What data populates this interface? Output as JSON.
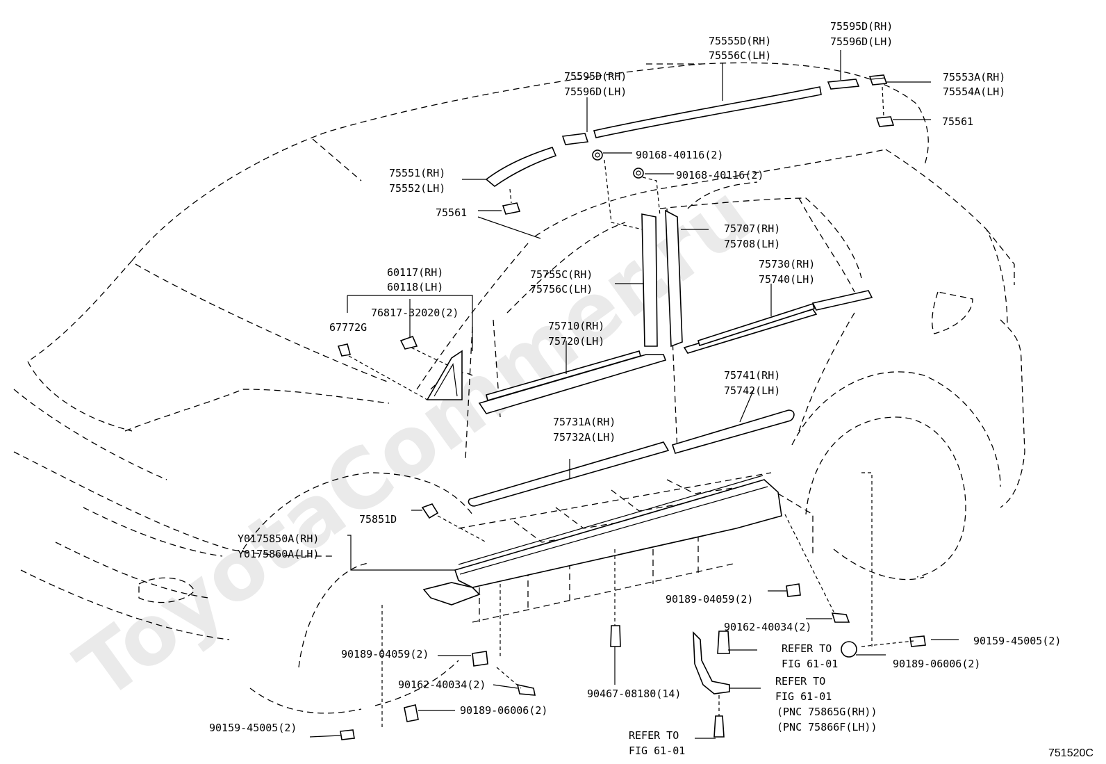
{
  "watermark": "ToyotaCommer.ru",
  "diagram_code": "751520C",
  "labels": {
    "p75555D": "75555D(RH)",
    "p75556C": "75556C(LH)",
    "p75595D_top": "75595D(RH)",
    "p75596D_top": "75596D(LH)",
    "p75553A": "75553A(RH)",
    "p75554A": "75554A(LH)",
    "p75561_r": "75561",
    "p75595D_mid": "75595D(RH)",
    "p75596D_mid": "75596D(LH)",
    "p90168_a": "90168-40116(2)",
    "p90168_b": "90168-40116(2)",
    "p75551": "75551(RH)",
    "p75552": "75552(LH)",
    "p75561_l": "75561",
    "p75707": "75707(RH)",
    "p75708": "75708(LH)",
    "p60117": "60117(RH)",
    "p60118": "60118(LH)",
    "p75755C": "75755C(RH)",
    "p75756C": "75756C(LH)",
    "p75730": "75730(RH)",
    "p75740": "75740(LH)",
    "p76817": "76817-32020(2)",
    "p67772G": "67772G",
    "p75710": "75710(RH)",
    "p75720": "75720(LH)",
    "p75741": "75741(RH)",
    "p75742": "75742(LH)",
    "p75731A": "75731A(RH)",
    "p75732A": "75732A(LH)",
    "p75851D": "75851D",
    "pY0175850A": "Y0175850A(RH)",
    "pY0175860A": "Y0175860A(LH)",
    "p90189_04059_r": "90189-04059(2)",
    "p90162_r": "90162-40034(2)",
    "p90159_r": "90159-45005(2)",
    "refer1_a": "REFER TO",
    "refer1_b": "FIG 61-01",
    "p90189_06006_r": "90189-06006(2)",
    "refer2_a": "REFER TO",
    "refer2_b": "FIG 61-01",
    "pnc1": "(PNC 75865G(RH))",
    "pnc2": "(PNC 75866F(LH))",
    "p90189_04059_l": "90189-04059(2)",
    "p90162_l": "90162-40034(2)",
    "p90467": "90467-08180(14)",
    "p90189_06006_l": "90189-06006(2)",
    "p90159_l": "90159-45005(2)",
    "refer3_a": "REFER TO",
    "refer3_b": "FIG 61-01"
  }
}
